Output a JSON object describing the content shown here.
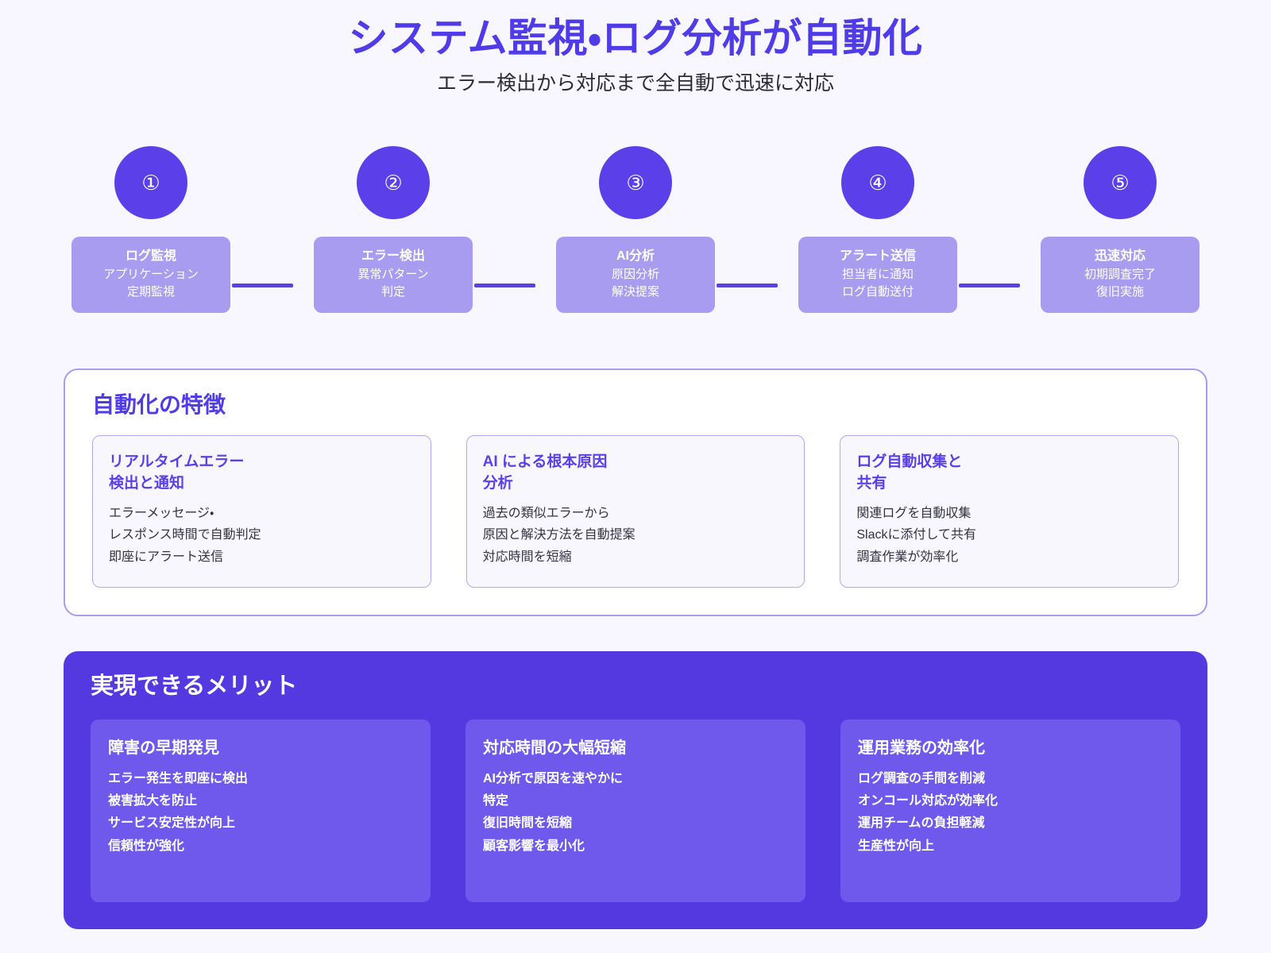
{
  "header": {
    "title": "システム監視・ログ分析が自動化",
    "subtitle": "エラー検出から対応まで全自動で迅速に対応",
    "title_color": "#4f3be8"
  },
  "theme": {
    "page_background": "#f8f7ff",
    "primary": "#5b3fe8",
    "primary_light": "#a79cf0",
    "benefits_panel": "#5539e0",
    "benefits_card": "#6e59ec"
  },
  "flow": {
    "steps": [
      {
        "number": "①",
        "title": "ログ監視",
        "line1": "アプリケーション",
        "line2": "定期監視"
      },
      {
        "number": "②",
        "title": "エラー検出",
        "line1": "異常パターン",
        "line2": "判定"
      },
      {
        "number": "③",
        "title": "AI分析",
        "line1": "原因分析",
        "line2": "解決提案"
      },
      {
        "number": "④",
        "title": "アラート送信",
        "line1": "担当者に通知",
        "line2": "ログ自動送付"
      },
      {
        "number": "⑤",
        "title": "迅速対応",
        "line1": "初期調査完了",
        "line2": "復旧実施"
      }
    ]
  },
  "features": {
    "heading": "自動化の特徴",
    "cards": [
      {
        "title": "リアルタイムエラー\n検出と通知",
        "body": "エラーメッセージ・\nレスポンス時間で自動判定\n即座にアラート送信"
      },
      {
        "title": "AI による根本原因\n分析",
        "body": "過去の類似エラーから\n原因と解決方法を自動提案\n対応時間を短縮"
      },
      {
        "title": "ログ自動収集と\n共有",
        "body": "関連ログを自動収集\nSlackに添付して共有\n調査作業が効率化"
      }
    ]
  },
  "benefits": {
    "heading": "実現できるメリット",
    "cards": [
      {
        "title": "障害の早期発見",
        "body": "エラー発生を即座に検出\n被害拡大を防止\nサービス安定性が向上\n信頼性が強化"
      },
      {
        "title": "対応時間の大幅短縮",
        "body": "AI分析で原因を速やかに\n特定\n復旧時間を短縮\n顧客影響を最小化"
      },
      {
        "title": "運用業務の効率化",
        "body": "ログ調査の手間を削減\nオンコール対応が効率化\n運用チームの負担軽減\n生産性が向上"
      }
    ]
  }
}
